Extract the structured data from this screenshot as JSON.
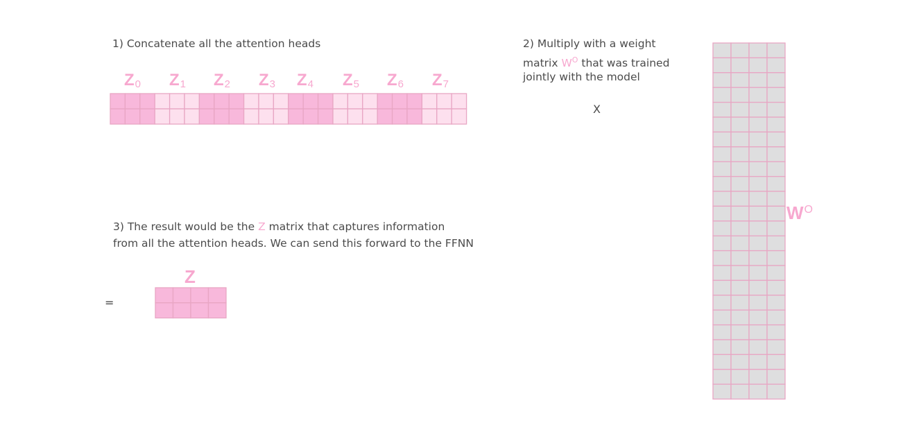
{
  "step1": {
    "text": "1) Concatenate all the attention heads"
  },
  "step2": {
    "line1": "2) Multiply with a weight",
    "line2_pre": "matrix ",
    "w_letter": "W",
    "w_sup": "O",
    "line2_post": " that was trained",
    "line3": "jointly with the model"
  },
  "step3": {
    "line1_pre": "3) The result would be the ",
    "z_letter": "Z",
    "line1_post": " matrix that captures information",
    "line2": "from all the attention heads. We can send this forward to the FFNN"
  },
  "operators": {
    "multiply": "X",
    "equals": "="
  },
  "heads": [
    {
      "letter": "Z",
      "sub": "0"
    },
    {
      "letter": "Z",
      "sub": "1"
    },
    {
      "letter": "Z",
      "sub": "2"
    },
    {
      "letter": "Z",
      "sub": "3"
    },
    {
      "letter": "Z",
      "sub": "4"
    },
    {
      "letter": "Z",
      "sub": "5"
    },
    {
      "letter": "Z",
      "sub": "6"
    },
    {
      "letter": "Z",
      "sub": "7"
    }
  ],
  "wo_label": {
    "letter": "W",
    "sup": "O"
  },
  "z_label": {
    "letter": "Z"
  },
  "matrices": {
    "concat": {
      "rows": 2,
      "cols": 24,
      "colors": [
        "#f8b8db",
        "#fde0ee"
      ]
    },
    "wo": {
      "rows": 24,
      "cols": 4,
      "color": "#dededf"
    },
    "z": {
      "rows": 2,
      "cols": 4,
      "color": "#f8b8db"
    }
  },
  "colors": {
    "accent": "#f7a8cf",
    "grid_line": "#e8a6c4",
    "text": "#4b4b4b"
  }
}
